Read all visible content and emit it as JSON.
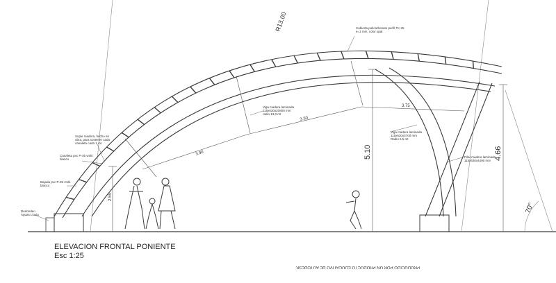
{
  "drawing": {
    "title": "ELEVACION FRONTAL PONIENTE",
    "scale": "Esc 1:25",
    "watermark": "PRODUCIDO POR UN PRODUCTO EDUCATIVO DE AUTODESK"
  },
  "labels": {
    "radius": "R13.00",
    "roof_cover": [
      "Cubierta policarbonato perfil TK 25",
      "e=1 mm, color opal"
    ],
    "laminated_beam_top": [
      "Viga madera laminada",
      "115x630x20800 mm",
      "radio 13,0 mt"
    ],
    "laminated_beam_right": [
      "Viga madera laminada",
      "115x630x3700 mm",
      "Radio 6,5 mt"
    ],
    "wood_pillar": [
      "Pilar madera laminada",
      "115x630x4490 mm"
    ],
    "wood_support": [
      "Suple madera, hecho en",
      "obra, para sostener cada",
      "canaleta cada 1 mt"
    ],
    "gutter": [
      "Canaleta pvc P-35 vmlit",
      "blanco"
    ],
    "downpipe": [
      "Bajada pvc P-35 vmlit",
      "blanco"
    ],
    "rounded": [
      "Redondeo",
      "Aguas Lluvia"
    ]
  },
  "dimensions": {
    "height_center": "5.10",
    "height_pillar": "4.66",
    "height_left": "2.55",
    "span_left": "3.90",
    "span_mid": "3.30",
    "span_right": "3.75",
    "angle": "70°"
  },
  "colors": {
    "line": "#3a3a3a",
    "construction": "#777777",
    "background": "#ffffff"
  }
}
